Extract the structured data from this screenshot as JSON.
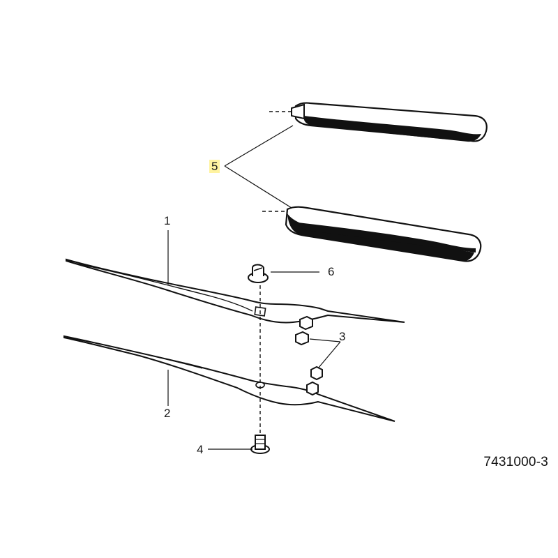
{
  "callouts": {
    "c1": "1",
    "c2": "2",
    "c3": "3",
    "c4": "4",
    "c5": "5",
    "c6": "6"
  },
  "drawing_code": "7431000-3",
  "highlight_color": "#fff3a0"
}
